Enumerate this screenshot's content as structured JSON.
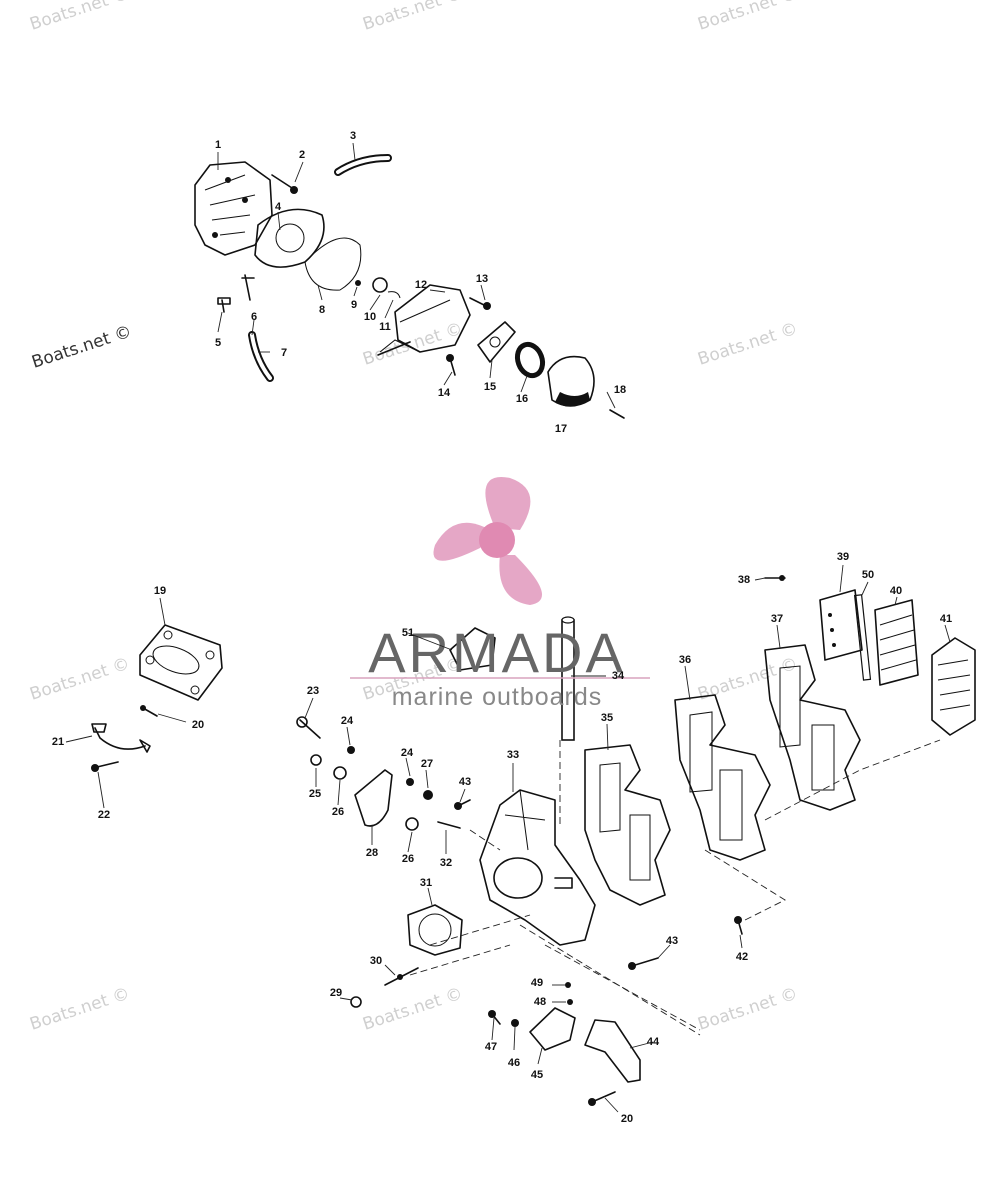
{
  "watermark": {
    "text": "Boats.net ©"
  },
  "logo": {
    "brand": "ARMADA",
    "tagline": "marine outboards",
    "colors": {
      "propeller": "#e5a7c6",
      "hub": "#e08ab2",
      "text": "#666666",
      "line": "#d9a3be"
    }
  },
  "callouts": [
    "1",
    "2",
    "3",
    "4",
    "5",
    "6",
    "7",
    "8",
    "9",
    "10",
    "11",
    "12",
    "13",
    "14",
    "15",
    "16",
    "17",
    "18",
    "19",
    "20",
    "20",
    "21",
    "22",
    "23",
    "24",
    "24",
    "25",
    "26",
    "26",
    "27",
    "28",
    "29",
    "30",
    "31",
    "32",
    "33",
    "34",
    "35",
    "36",
    "37",
    "38",
    "39",
    "40",
    "41",
    "42",
    "43",
    "43",
    "44",
    "45",
    "46",
    "47",
    "48",
    "49",
    "50",
    "51"
  ]
}
